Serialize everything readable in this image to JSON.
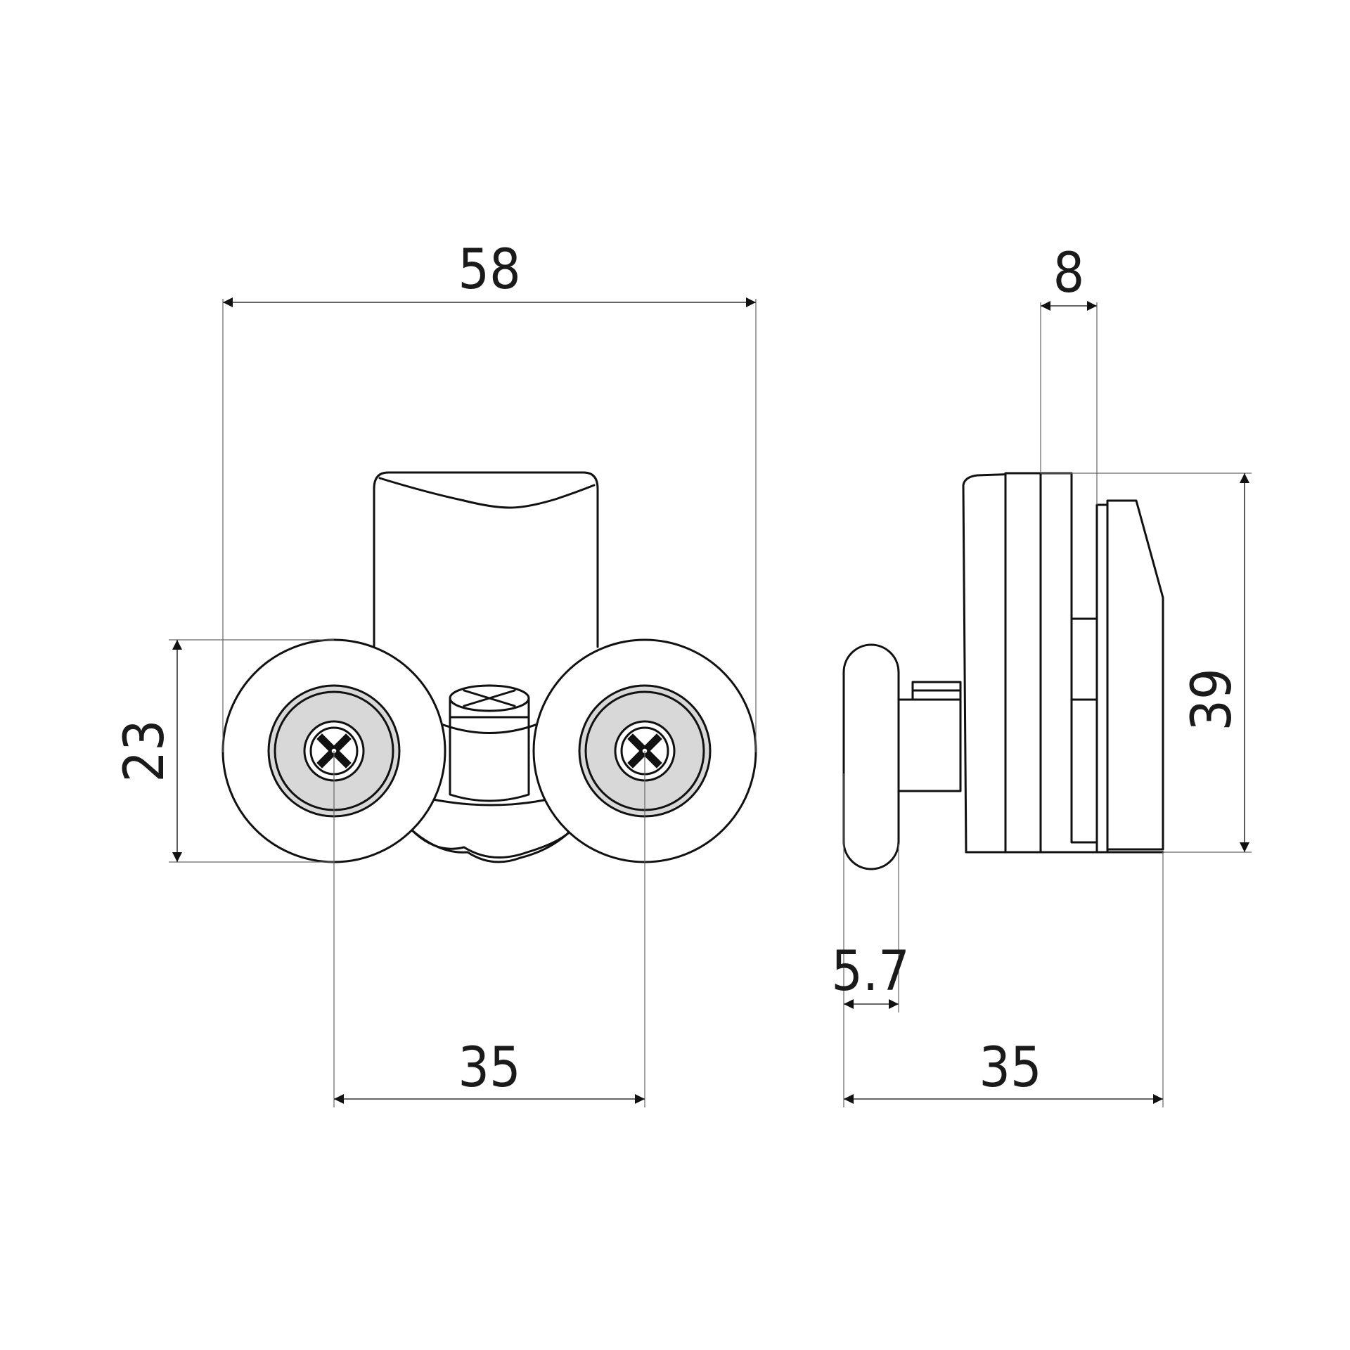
{
  "diagram": {
    "colors": {
      "line": "#111111",
      "bearing_fill": "#d8d8d8",
      "background": "#ffffff"
    },
    "dimensions": {
      "front_overall_width": "58",
      "front_wheel_diameter": "23",
      "front_wheel_spacing": "35",
      "side_top_width": "8",
      "side_wheel_thickness": "5.7",
      "side_overall_depth": "35",
      "side_overall_height": "39"
    }
  }
}
